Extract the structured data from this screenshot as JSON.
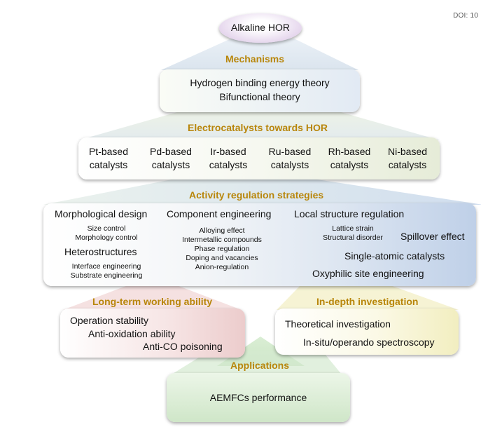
{
  "doi": "DOI: 10",
  "top": "Alkaline HOR",
  "mechanisms": {
    "heading": "Mechanisms",
    "line1": "Hydrogen binding energy theory",
    "line2": "Bifunctional theory"
  },
  "electrocatalysts": {
    "heading": "Electrocatalysts towards HOR",
    "items": [
      {
        "l1": "Pt-based",
        "l2": "catalysts"
      },
      {
        "l1": "Pd-based",
        "l2": "catalysts"
      },
      {
        "l1": "Ir-based",
        "l2": "catalysts"
      },
      {
        "l1": "Ru-based",
        "l2": "catalysts"
      },
      {
        "l1": "Rh-based",
        "l2": "catalysts"
      },
      {
        "l1": "Ni-based",
        "l2": "catalysts"
      }
    ]
  },
  "strategies": {
    "heading": "Activity regulation strategies",
    "morphological": {
      "title": "Morphological design",
      "sub1": "Size control",
      "sub2": "Morphology control"
    },
    "hetero": {
      "title": "Heterostructures",
      "sub1": "Interface engineering",
      "sub2": "Substrate engineering"
    },
    "component": {
      "title": "Component engineering",
      "subs": [
        "Alloying effect",
        "Intermetallic compounds",
        "Phase regulation",
        "Doping and vacancies",
        "Anion-regulation"
      ]
    },
    "local": {
      "title": "Local structure regulation",
      "sub1": "Lattice strain",
      "sub2": "Structural disorder"
    },
    "spillover": "Spillover effect",
    "single_atomic": "Single-atomic catalysts",
    "oxyphilic": "Oxyphilic site engineering"
  },
  "longterm": {
    "heading": "Long-term working ability",
    "items": [
      "Operation stability",
      "Anti-oxidation ability",
      "Anti-CO poisoning"
    ]
  },
  "indepth": {
    "heading": "In-depth investigation",
    "items": [
      "Theoretical investigation",
      "In-situ/operando spectroscopy"
    ]
  },
  "applications": {
    "heading": "Applications",
    "item": "AEMFCs performance"
  }
}
